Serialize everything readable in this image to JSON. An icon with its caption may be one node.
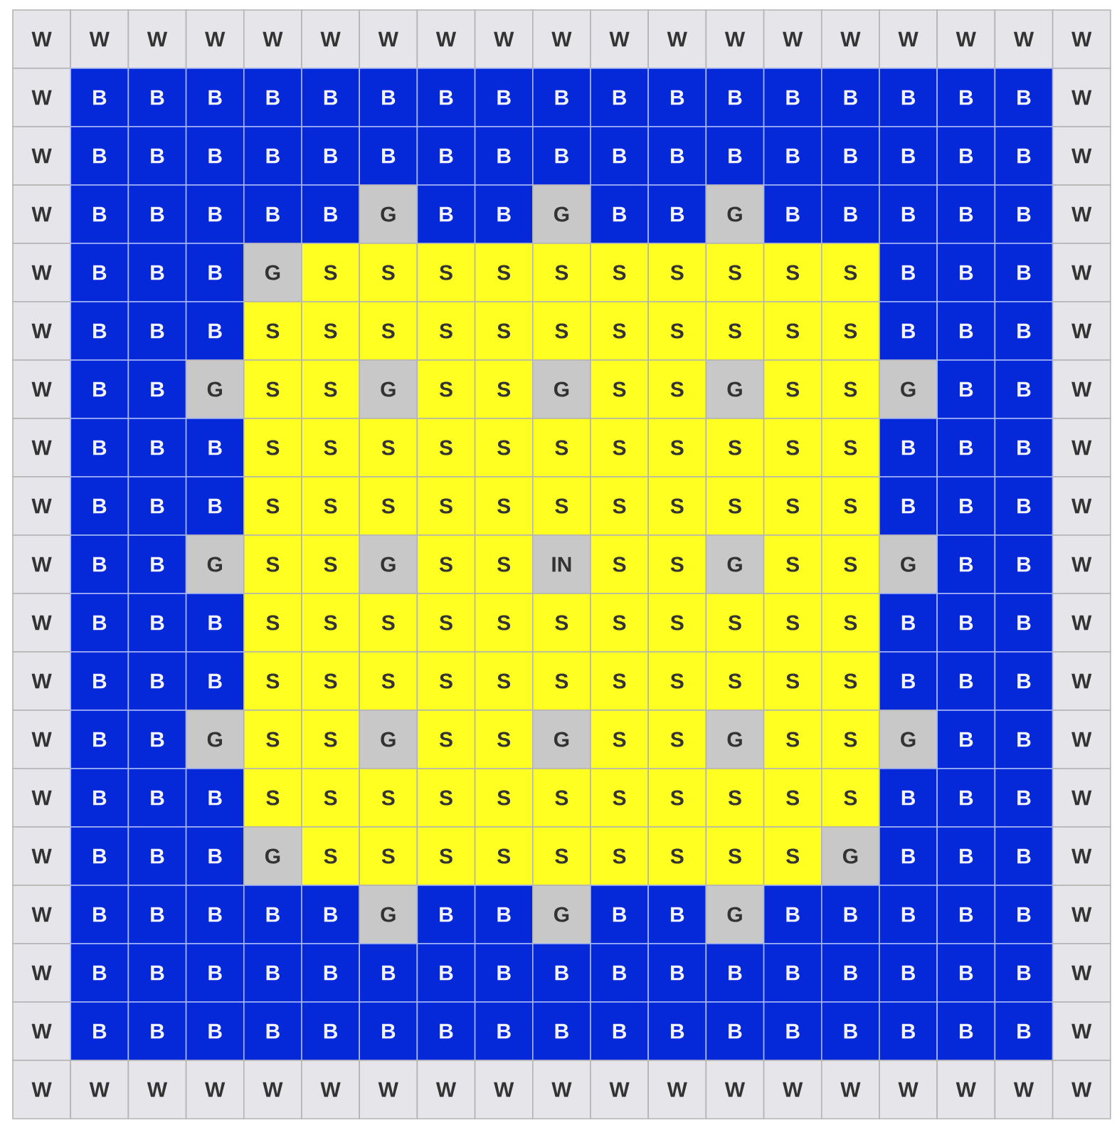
{
  "diagram": {
    "labels": [
      "W",
      "W",
      "W",
      "W",
      "W",
      "W",
      "W",
      "W",
      "W",
      "W",
      "W",
      "W",
      "W",
      "W",
      "W",
      "W",
      "W",
      "W",
      "W",
      "W",
      "B",
      "B",
      "B",
      "B",
      "B",
      "B",
      "B",
      "B",
      "B",
      "B",
      "B",
      "B",
      "B",
      "B",
      "B",
      "B",
      "B",
      "W",
      "W",
      "B",
      "B",
      "B",
      "B",
      "B",
      "B",
      "B",
      "B",
      "B",
      "B",
      "B",
      "B",
      "B",
      "B",
      "B",
      "B",
      "B",
      "W",
      "W",
      "B",
      "B",
      "B",
      "B",
      "B",
      "G",
      "B",
      "B",
      "G",
      "B",
      "B",
      "G",
      "B",
      "B",
      "B",
      "B",
      "B",
      "W",
      "W",
      "B",
      "B",
      "B",
      "G",
      "S",
      "S",
      "S",
      "S",
      "S",
      "S",
      "S",
      "S",
      "S",
      "S",
      "B",
      "B",
      "B",
      "W",
      "W",
      "B",
      "B",
      "B",
      "S",
      "S",
      "S",
      "S",
      "S",
      "S",
      "S",
      "S",
      "S",
      "S",
      "S",
      "B",
      "B",
      "B",
      "W",
      "W",
      "B",
      "B",
      "G",
      "S",
      "S",
      "G",
      "S",
      "S",
      "G",
      "S",
      "S",
      "G",
      "S",
      "S",
      "G",
      "B",
      "B",
      "W",
      "W",
      "B",
      "B",
      "B",
      "S",
      "S",
      "S",
      "S",
      "S",
      "S",
      "S",
      "S",
      "S",
      "S",
      "S",
      "B",
      "B",
      "B",
      "W",
      "W",
      "B",
      "B",
      "B",
      "S",
      "S",
      "S",
      "S",
      "S",
      "S",
      "S",
      "S",
      "S",
      "S",
      "S",
      "B",
      "B",
      "B",
      "W",
      "W",
      "B",
      "B",
      "G",
      "S",
      "S",
      "G",
      "S",
      "S",
      "IN",
      "S",
      "S",
      "G",
      "S",
      "S",
      "G",
      "B",
      "B",
      "W",
      "W",
      "B",
      "B",
      "B",
      "S",
      "S",
      "S",
      "S",
      "S",
      "S",
      "S",
      "S",
      "S",
      "S",
      "S",
      "B",
      "B",
      "B",
      "W",
      "W",
      "B",
      "B",
      "B",
      "S",
      "S",
      "S",
      "S",
      "S",
      "S",
      "S",
      "S",
      "S",
      "S",
      "S",
      "B",
      "B",
      "B",
      "W",
      "W",
      "B",
      "B",
      "G",
      "S",
      "S",
      "G",
      "S",
      "S",
      "G",
      "S",
      "S",
      "G",
      "S",
      "S",
      "G",
      "B",
      "B",
      "W",
      "W",
      "B",
      "B",
      "B",
      "S",
      "S",
      "S",
      "S",
      "S",
      "S",
      "S",
      "S",
      "S",
      "S",
      "S",
      "B",
      "B",
      "B",
      "W",
      "W",
      "B",
      "B",
      "B",
      "G",
      "S",
      "S",
      "S",
      "S",
      "S",
      "S",
      "S",
      "S",
      "S",
      "G",
      "B",
      "B",
      "B",
      "W",
      "W",
      "B",
      "B",
      "B",
      "B",
      "B",
      "G",
      "B",
      "B",
      "G",
      "B",
      "B",
      "G",
      "B",
      "B",
      "B",
      "B",
      "B",
      "W",
      "W",
      "B",
      "B",
      "B",
      "B",
      "B",
      "B",
      "B",
      "B",
      "B",
      "B",
      "B",
      "B",
      "B",
      "B",
      "B",
      "B",
      "B",
      "W",
      "W",
      "B",
      "B",
      "B",
      "B",
      "B",
      "B",
      "B",
      "B",
      "B",
      "B",
      "B",
      "B",
      "B",
      "B",
      "B",
      "B",
      "B",
      "W",
      "W",
      "W",
      "W",
      "W",
      "W",
      "W",
      "W",
      "W",
      "W",
      "W",
      "W",
      "W",
      "W",
      "W",
      "W",
      "W",
      "W",
      "W",
      "W"
    ]
  }
}
